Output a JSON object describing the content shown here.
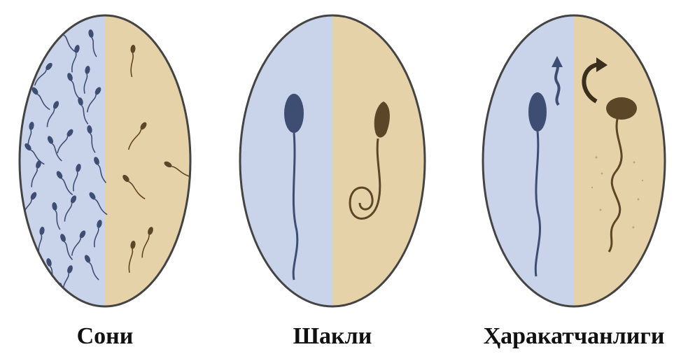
{
  "colors": {
    "left_half": "#c9d3ea",
    "right_half": "#e6d2a8",
    "outline": "#444444",
    "sperm_blue": "#3e4d72",
    "sperm_brown": "#5c4628",
    "caption": "#111111"
  },
  "panels": [
    {
      "id": "count",
      "caption": "Сони",
      "icon": "many-vs-few-sperm-icon"
    },
    {
      "id": "shape",
      "caption": "Шакли",
      "icon": "normal-vs-abnormal-shape-icon"
    },
    {
      "id": "motility",
      "caption": "Ҳаракатчанлиги",
      "icon": "motile-vs-nonmotile-icon"
    }
  ]
}
